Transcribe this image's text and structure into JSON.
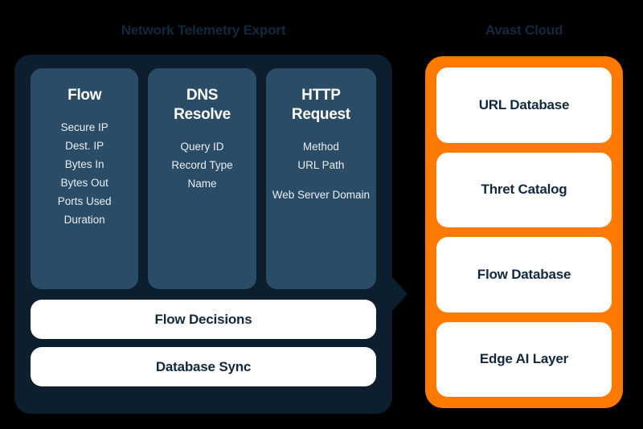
{
  "diagram": {
    "left_section": {
      "title": "Network Telemetry Export",
      "columns": [
        {
          "name": "Flow",
          "title_lines": [
            "Flow"
          ],
          "fields": [
            "Secure IP",
            "Dest. IP",
            "Bytes In",
            "Bytes Out",
            "Ports Used",
            "Duration"
          ]
        },
        {
          "name": "DNS Resolve",
          "title_lines": [
            "DNS",
            "Resolve"
          ],
          "fields": [
            "Query ID",
            "Record Type",
            "Name"
          ]
        },
        {
          "name": "HTTP Request",
          "title_lines": [
            "HTTP",
            "Request"
          ],
          "fields": [
            "Method",
            "URL Path",
            "Web Server Domain"
          ]
        }
      ],
      "bars": [
        "Flow Decisions",
        "Database Sync"
      ]
    },
    "right_section": {
      "title": "Avast Cloud",
      "cards": [
        "URL Database",
        "Thret Catalog",
        "Flow Database",
        "Edge AI Layer"
      ]
    },
    "connector": {
      "name": "flow-arrow",
      "direction": "right"
    },
    "colors": {
      "background": "#000000",
      "panel_dark": "#0d1f2e",
      "card_slate": "#2b4c66",
      "cloud_orange": "#ff7a00",
      "card_white": "#ffffff",
      "text_navy": "#11293f",
      "text_light": "#e9eef2"
    }
  }
}
